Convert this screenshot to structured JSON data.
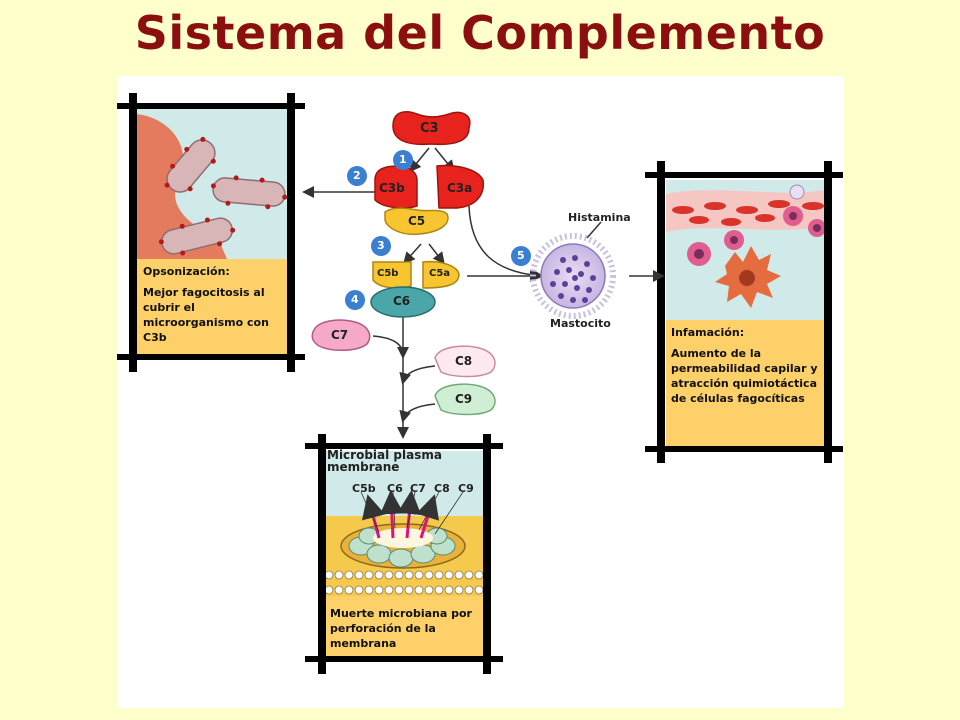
{
  "title": "Sistema del Complemento",
  "proteins": {
    "c3": "C3",
    "c3b": "C3b",
    "c3a": "C3a",
    "c5": "C5",
    "c5b": "C5b",
    "c5a": "C5a",
    "c6": "C6",
    "c7": "C7",
    "c8": "C8",
    "c9": "C9"
  },
  "steps": [
    "1",
    "2",
    "3",
    "4",
    "5"
  ],
  "labels": {
    "histamina": "Histamina",
    "mastocito": "Mastocito"
  },
  "opsonizacion": {
    "heading": "Opsonización:",
    "text": "Mejor fagocitosis al cubrir el microorganismo con C3b"
  },
  "infamacion": {
    "heading": "Infamación:",
    "text": "Aumento de la permeabilidad capilar y atracción quimiotáctica de células fagocíticas"
  },
  "muerte": {
    "text": "Muerte microbiana por perforación de la membrana",
    "membrane_label": "Microbial plasma membrane",
    "pore_labels": [
      "C5b",
      "C6",
      "C7",
      "C8",
      "C9"
    ]
  },
  "colors": {
    "title": "#8b0f0f",
    "background": "#ffffcc",
    "c3_red": "#e8221c",
    "c5_yellow": "#f7c530",
    "c6_teal": "#4aa6a8",
    "c7_pink": "#f6a9c9",
    "c8_c9_green": "#cfeed3",
    "step_blue": "#3a7fd0",
    "caption_panel": "#fdd06a"
  }
}
